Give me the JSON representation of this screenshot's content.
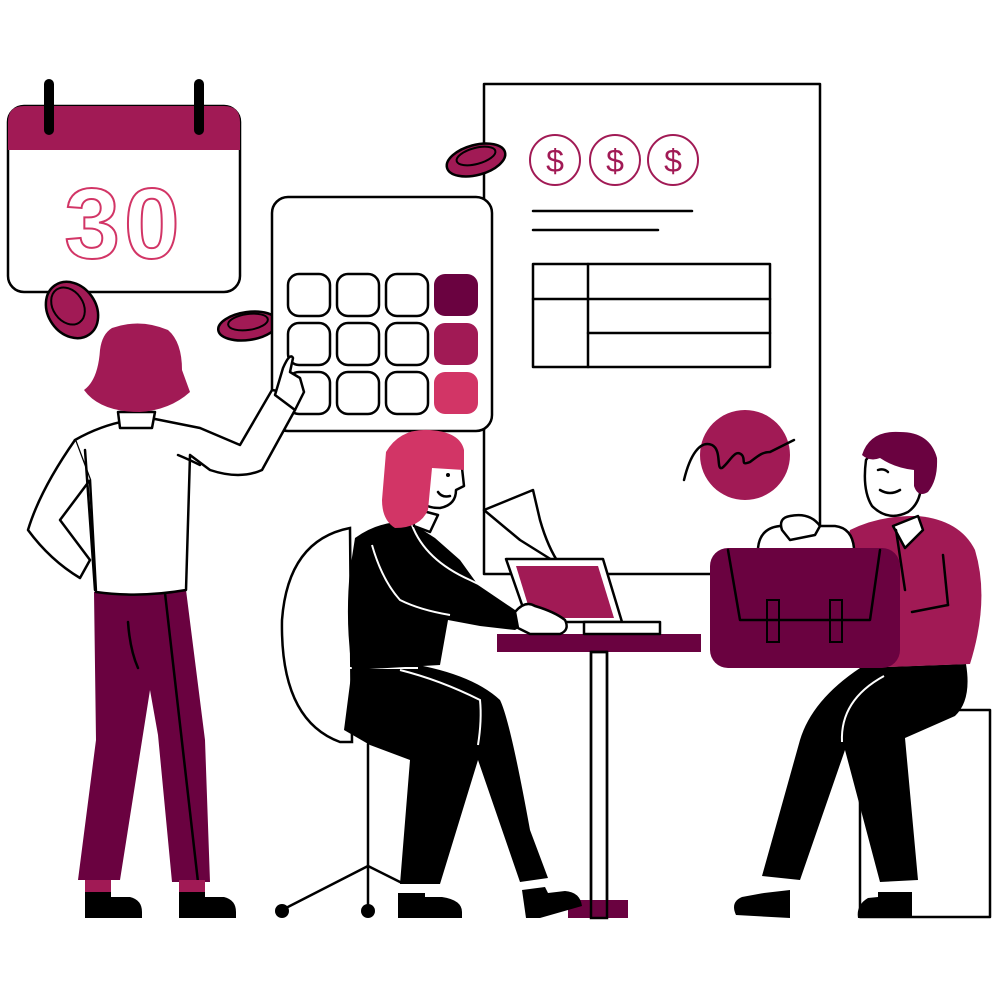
{
  "scene": {
    "description": "Flat illustration of three people handling finances: woman pointing at calculator, woman at laptop, man holding briefcase",
    "background": "#ffffff"
  },
  "colors": {
    "dark_plum": "#6a0240",
    "magenta": "#a11a55",
    "pink": "#d23566",
    "black": "#000000",
    "white": "#ffffff"
  },
  "calendar": {
    "day": "30"
  },
  "invoice": {
    "currency_symbols": [
      "$",
      "$",
      "$"
    ],
    "table": {
      "rows": 3,
      "cols": 2
    }
  },
  "calculator": {
    "rows": 3,
    "cols": 4,
    "accent_keys": [
      "#6a0240",
      "#a11a55",
      "#d23566"
    ]
  },
  "signature": {
    "label": "signature-stamp"
  }
}
